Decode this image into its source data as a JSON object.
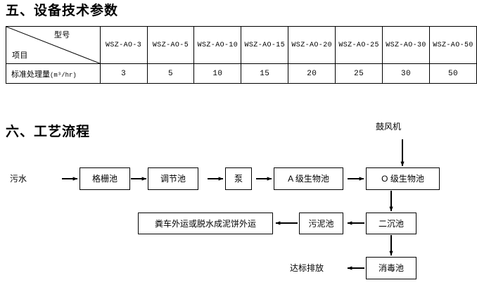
{
  "sections": {
    "specs_heading": "五、设备技术参数",
    "process_heading": "六、工艺流程"
  },
  "spec_table": {
    "corner": {
      "top_right_label": "型号",
      "bottom_left_label": "项目"
    },
    "row_label": "标准处理量",
    "row_unit": "(m³/hr)",
    "models": [
      "WSZ-AO-3",
      "WSZ-AO-5",
      "WSZ-AO-10",
      "WSZ-AO-15",
      "WSZ-AO-20",
      "WSZ-AO-25",
      "WSZ-AO-30",
      "WSZ-AO-50"
    ],
    "capacities": [
      "3",
      "5",
      "10",
      "15",
      "20",
      "25",
      "30",
      "50"
    ]
  },
  "flowchart": {
    "inlet_label": "污水",
    "blower_label": "鼓风机",
    "discharge_label": "达标排放",
    "boxes": {
      "grating": "格栅池",
      "adjusting": "调节池",
      "pump": "泵",
      "a_stage": "A 级生物池",
      "o_stage": "O 级生物池",
      "secondary_settling": "二沉池",
      "sludge": "污泥池",
      "sludge_transport": "粪车外运或脱水成泥饼外运",
      "disinfection": "消毒池"
    }
  },
  "colors": {
    "line": "#000000",
    "background": "#ffffff",
    "text": "#000000"
  }
}
